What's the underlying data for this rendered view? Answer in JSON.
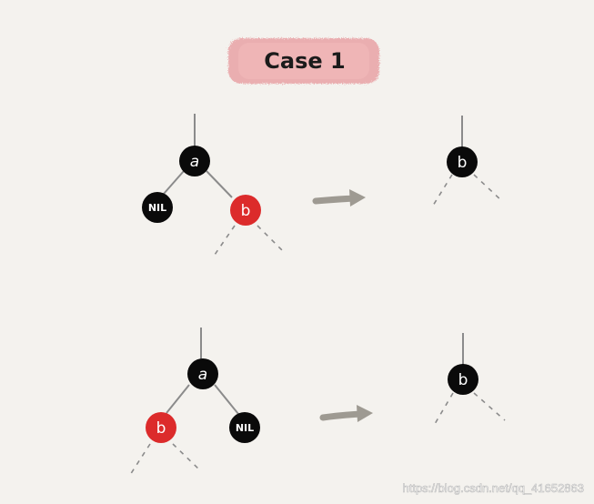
{
  "title": "Case 1",
  "colors": {
    "background": "#f4f2ee",
    "black_node": "#0a0a0a",
    "red_node": "#dc2b2b",
    "edge": "#8b8b8b",
    "arrow": "#9e9a92",
    "title_highlight": "#e9a3a6"
  },
  "top": {
    "before": {
      "parent": {
        "label": "a",
        "color": "black"
      },
      "left": {
        "label": "NIL",
        "color": "black"
      },
      "right": {
        "label": "b",
        "color": "red"
      }
    },
    "after": {
      "node": {
        "label": "b",
        "color": "black"
      }
    }
  },
  "bottom": {
    "before": {
      "parent": {
        "label": "a",
        "color": "black"
      },
      "left": {
        "label": "b",
        "color": "red"
      },
      "right": {
        "label": "NIL",
        "color": "black"
      }
    },
    "after": {
      "node": {
        "label": "b",
        "color": "black"
      }
    }
  },
  "watermark": "https://blog.csdn.net/qq_41652863"
}
